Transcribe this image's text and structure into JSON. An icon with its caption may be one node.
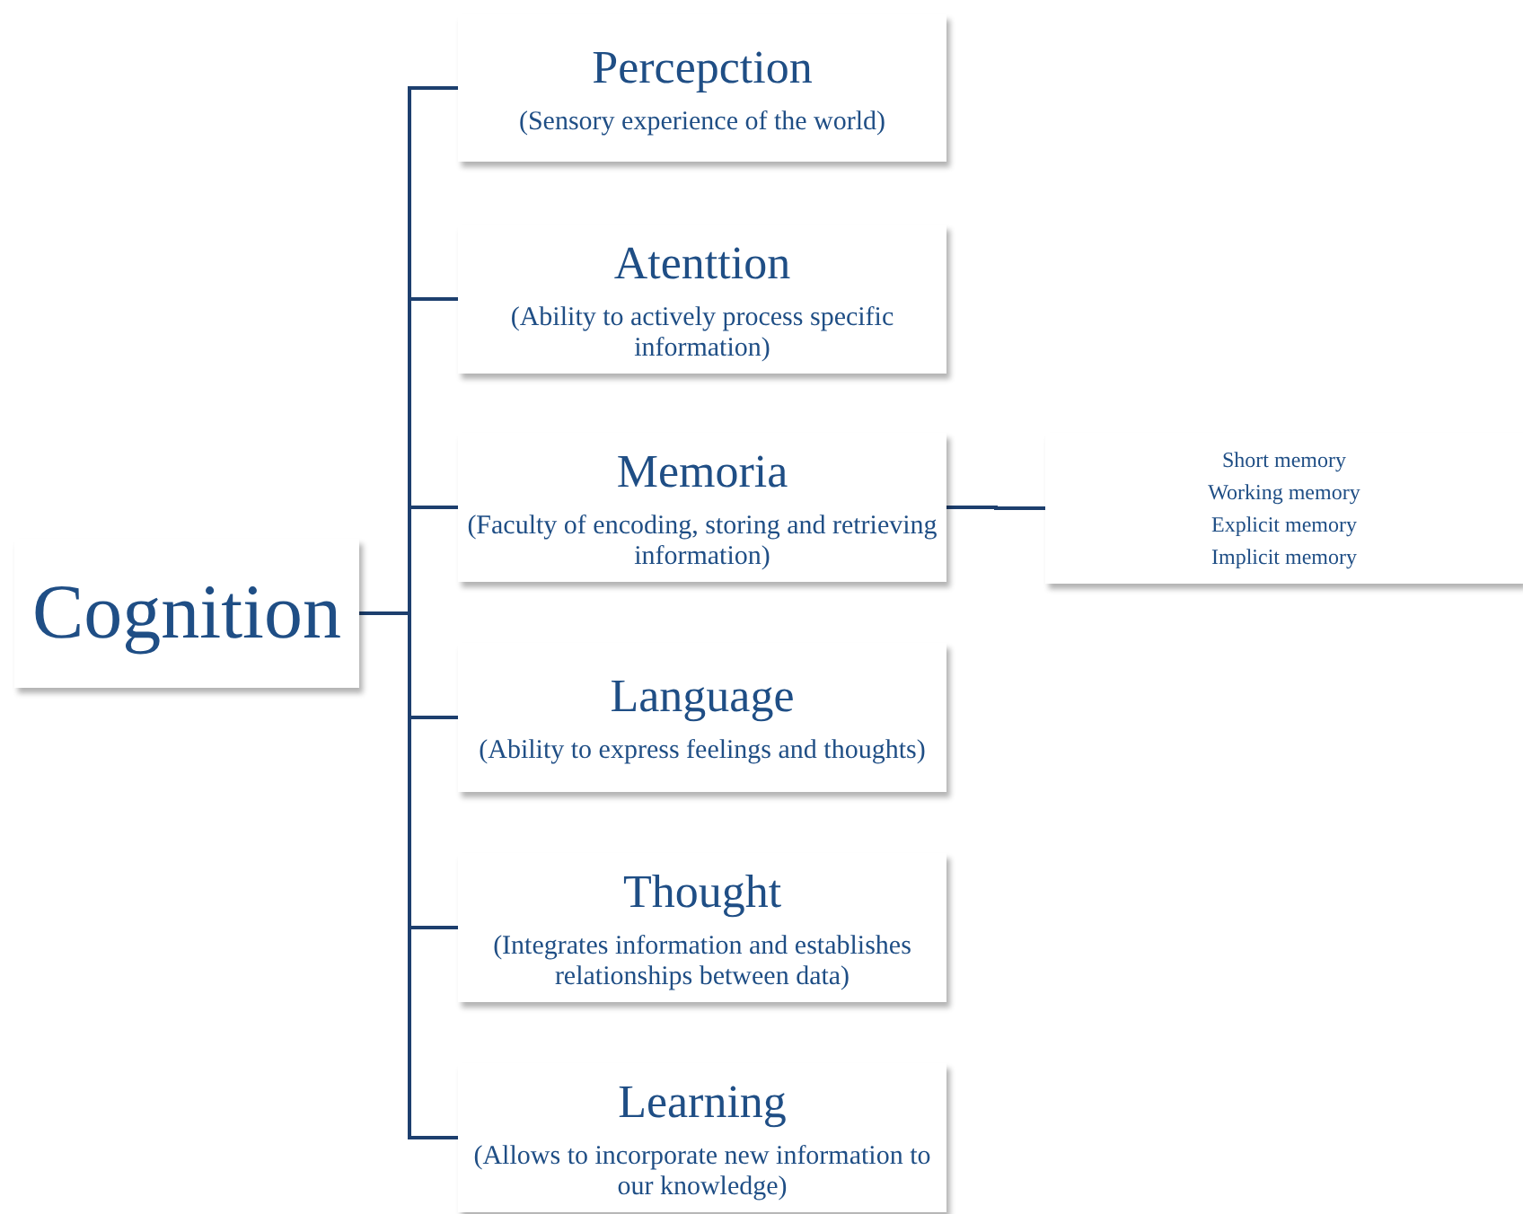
{
  "diagram": {
    "nodes": [
      {
        "text": [
          "Cognition"
        ]
      },
      {
        "text": [
          "Percepction",
          "(Sensory experience of the world)"
        ]
      },
      {
        "text": [
          "Atenttion",
          "(Ability to actively process specific information)"
        ]
      },
      {
        "text": [
          "Memoria",
          "(Faculty of encoding, storing and retrieving information)"
        ]
      },
      {
        "text": [
          "Language",
          "(Ability to express feelings and thoughts)"
        ]
      },
      {
        "text": [
          "Thought",
          "(Integrates information and establishes relationships between data)"
        ]
      },
      {
        "text": [
          "Learning",
          "(Allows to incorporate new information to our knowledge)"
        ]
      },
      {
        "text": [
          "Short memory",
          "Working memory",
          "Explicit memory",
          "Implicit memory"
        ]
      }
    ],
    "edges": [
      {
        "from": 0,
        "to": 1,
        "arrow": "none"
      },
      {
        "from": 0,
        "to": 2,
        "arrow": "none"
      },
      {
        "from": 0,
        "to": 3,
        "arrow": "none"
      },
      {
        "from": 0,
        "to": 4,
        "arrow": "none"
      },
      {
        "from": 0,
        "to": 5,
        "arrow": "none"
      },
      {
        "from": 0,
        "to": 6,
        "arrow": "none"
      },
      {
        "from": 3,
        "to": 7,
        "arrow": "none"
      }
    ]
  }
}
